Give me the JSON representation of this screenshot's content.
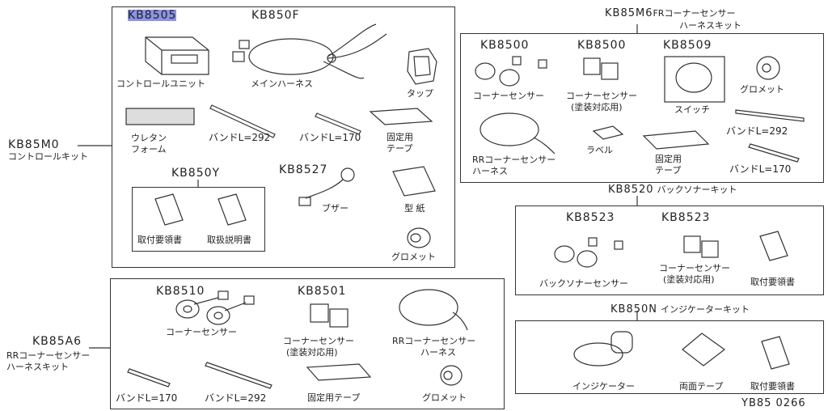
{
  "diagram_id": "YB85 0266",
  "control_kit": {
    "code": "KB85M0",
    "name": "コントロールキット",
    "items": {
      "control_unit": {
        "code": "KB8505",
        "name": "コントロールユニット"
      },
      "main_harness": {
        "code": "KB850F",
        "name": "メインハーネス"
      },
      "tap": {
        "name": "タップ"
      },
      "urethane_foam": {
        "name_line1": "ウレタン",
        "name_line2": "フォーム"
      },
      "band_292": {
        "name": "バンドL=292"
      },
      "band_170": {
        "name": "バンドL=170"
      },
      "fixing_tape": {
        "name_line1": "固定用",
        "name_line2": "テープ"
      },
      "manual_set": {
        "code": "KB850Y",
        "install_manual": "取付要領書",
        "user_manual": "取扱説明書"
      },
      "buzzer": {
        "code": "KB8527",
        "name": "ブザー"
      },
      "template_paper": {
        "name": "型 紙"
      },
      "grommet": {
        "name": "グロメット"
      }
    }
  },
  "rr_harness_kit_left": {
    "code": "KB85A6",
    "name_line1": "RRコーナーセンサー",
    "name_line2": "ハーネスキット",
    "items": {
      "corner_sensor": {
        "code": "KB8510",
        "name": "コーナーセンサー"
      },
      "painted_corner_sensor": {
        "code": "KB8501",
        "name_line1": "コーナーセンサー",
        "name_line2": "(塗装対応用)"
      },
      "rr_harness": {
        "name_line1": "RRコーナーセンサー",
        "name_line2": "ハーネス"
      },
      "band_170": {
        "name": "バンドL=170"
      },
      "band_292": {
        "name": "バンドL=292"
      },
      "fixing_tape": {
        "name": "固定用テープ"
      },
      "grommet": {
        "name": "グロメット"
      }
    }
  },
  "fr_harness_kit": {
    "code": "KB85M6",
    "name_line1": "FRコーナーセンサー",
    "name_line2": "ハーネスキット",
    "items": {
      "corner_sensor": {
        "code": "KB8500",
        "name": "コーナーセンサー"
      },
      "painted_corner_sensor": {
        "code": "KB8500",
        "name_line1": "コーナーセンサー",
        "name_line2": "(塗装対応用)"
      },
      "switch": {
        "code": "KB8509",
        "name": "スイッチ"
      },
      "grommet": {
        "name": "グロメット"
      },
      "rr_harness": {
        "name_line1": "RRコーナーセンサー",
        "name_line2": "ハーネス"
      },
      "label": {
        "name": "ラベル"
      },
      "fixing_tape": {
        "name_line1": "固定用",
        "name_line2": "テープ"
      },
      "band_292": {
        "name": "バンドL=292"
      },
      "band_170": {
        "name": "バンドL=170"
      }
    }
  },
  "back_sonar_kit": {
    "code": "KB8520",
    "name": "バックソナーキット",
    "items": {
      "back_sonar_sensor": {
        "code": "KB8523",
        "name": "バックソナーセンサー"
      },
      "painted_corner_sensor": {
        "code": "KB8523",
        "name_line1": "コーナーセンサー",
        "name_line2": "(塗装対応用)"
      },
      "install_manual": {
        "name": "取付要領書"
      }
    }
  },
  "indicator_kit": {
    "code": "KB850N",
    "name": "インジケーターキット",
    "items": {
      "indicator": {
        "name": "インジケーター"
      },
      "double_sided_tape": {
        "name": "両面テープ"
      },
      "install_manual": {
        "name": "取付要領書"
      }
    }
  }
}
